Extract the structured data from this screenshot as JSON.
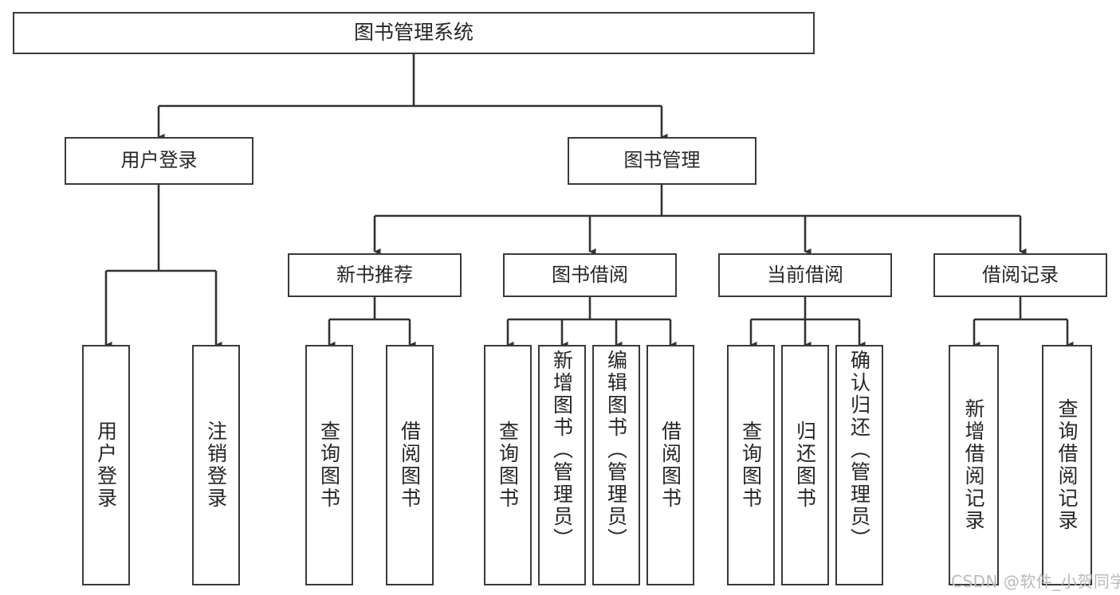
{
  "diagram": {
    "title": "图书管理系统",
    "type": "tree",
    "root": {
      "id": "root",
      "label": "图书管理系统"
    },
    "level2": [
      {
        "id": "user-login",
        "label": "用户登录"
      },
      {
        "id": "book-management",
        "label": "图书管理"
      }
    ],
    "level3": [
      {
        "id": "new-book-recommend",
        "label": "新书推荐",
        "parent": "book-management"
      },
      {
        "id": "book-borrow",
        "label": "图书借阅",
        "parent": "book-management"
      },
      {
        "id": "current-borrow",
        "label": "当前借阅",
        "parent": "book-management"
      },
      {
        "id": "borrow-record",
        "label": "借阅记录",
        "parent": "book-management"
      }
    ],
    "leaves": [
      {
        "id": "leaf-user-login",
        "label": "用户登录",
        "parent": "user-login"
      },
      {
        "id": "leaf-logout",
        "label": "注销登录",
        "parent": "user-login"
      },
      {
        "id": "leaf-query-book-1",
        "label": "查询图书",
        "parent": "new-book-recommend"
      },
      {
        "id": "leaf-borrow-book-1",
        "label": "借阅图书",
        "parent": "new-book-recommend"
      },
      {
        "id": "leaf-query-book-2",
        "label": "查询图书",
        "parent": "book-borrow"
      },
      {
        "id": "leaf-add-book",
        "label": "新增图书（管理员）",
        "parent": "book-borrow"
      },
      {
        "id": "leaf-edit-book",
        "label": "编辑图书（管理员）",
        "parent": "book-borrow"
      },
      {
        "id": "leaf-borrow-book-2",
        "label": "借阅图书",
        "parent": "book-borrow"
      },
      {
        "id": "leaf-query-book-3",
        "label": "查询图书",
        "parent": "current-borrow"
      },
      {
        "id": "leaf-return-book",
        "label": "归还图书",
        "parent": "current-borrow"
      },
      {
        "id": "leaf-confirm-return",
        "label": "确认归还（管理员）",
        "parent": "current-borrow"
      },
      {
        "id": "leaf-add-record",
        "label": "新增借阅记录",
        "parent": "borrow-record"
      },
      {
        "id": "leaf-query-record",
        "label": "查询借阅记录",
        "parent": "borrow-record"
      }
    ],
    "colors": {
      "box_border": "#3a3a3a",
      "box_fill": "#ffffff",
      "connector": "#333333",
      "text": "#262626",
      "watermark": "#b9b9b9",
      "background": "#ffffff"
    }
  },
  "watermark": {
    "text": "CSDN @软件_小贺同学"
  }
}
